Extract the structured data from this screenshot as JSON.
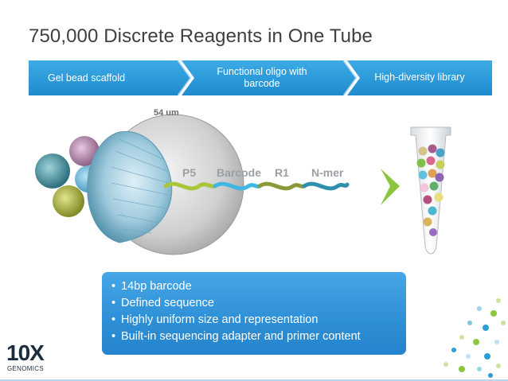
{
  "title": "750,000 Discrete Reagents in One Tube",
  "banner": {
    "step1": "Gel bead scaffold",
    "step2": "Functional oligo with barcode",
    "step3": "High-diversity library"
  },
  "diagram": {
    "size_label": "54 um",
    "segments": {
      "p5": "P5",
      "barcode": "Barcode",
      "r1": "R1",
      "nmer": "N-mer"
    }
  },
  "bullets": [
    "14bp barcode",
    "Defined sequence",
    "Highly uniform size and representation",
    "Built-in sequencing adapter and primer content"
  ],
  "logo": {
    "mark": "10X",
    "sub": "GENOMICS"
  },
  "colors": {
    "banner": "#2a9bd8",
    "box": "#2d8fd6",
    "p5": "#a9c53a",
    "barcode": "#3fb7e3",
    "r1": "#8a9a3a",
    "nmer": "#2e8fb0",
    "arrow": "#8cc63f"
  }
}
